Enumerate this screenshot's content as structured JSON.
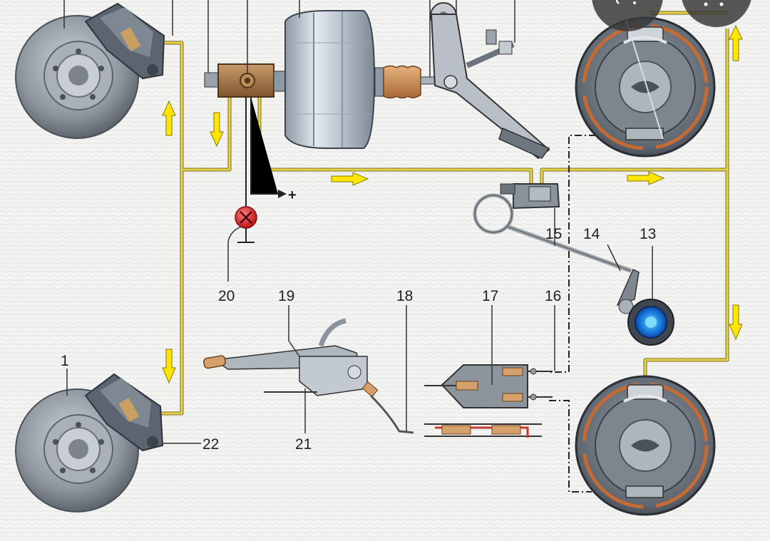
{
  "labels": {
    "n1": "1",
    "n13": "13",
    "n14": "14",
    "n15": "15",
    "n16": "16",
    "n17": "17",
    "n18": "18",
    "n19": "19",
    "n20": "20",
    "n21": "21",
    "n22": "22"
  },
  "symbols": {
    "plus": "+"
  },
  "colors": {
    "background": "#f3f3f1",
    "brake_line": "#e6d34a",
    "flow_arrow": "#ffe600",
    "disc_metal": "#8d959e",
    "caliper": "#5b6470",
    "booster": "#b9c4d0",
    "bronze_block": "#a4774a",
    "warning_lamp": "#d8282a",
    "lining": "#c46a34",
    "sensor_blue": "#1b7fe0",
    "leader_line": "#333333",
    "overlay_buttons": "#333333"
  },
  "icons": {
    "top_right_controls": [
      "back-icon",
      "more-icon"
    ]
  }
}
